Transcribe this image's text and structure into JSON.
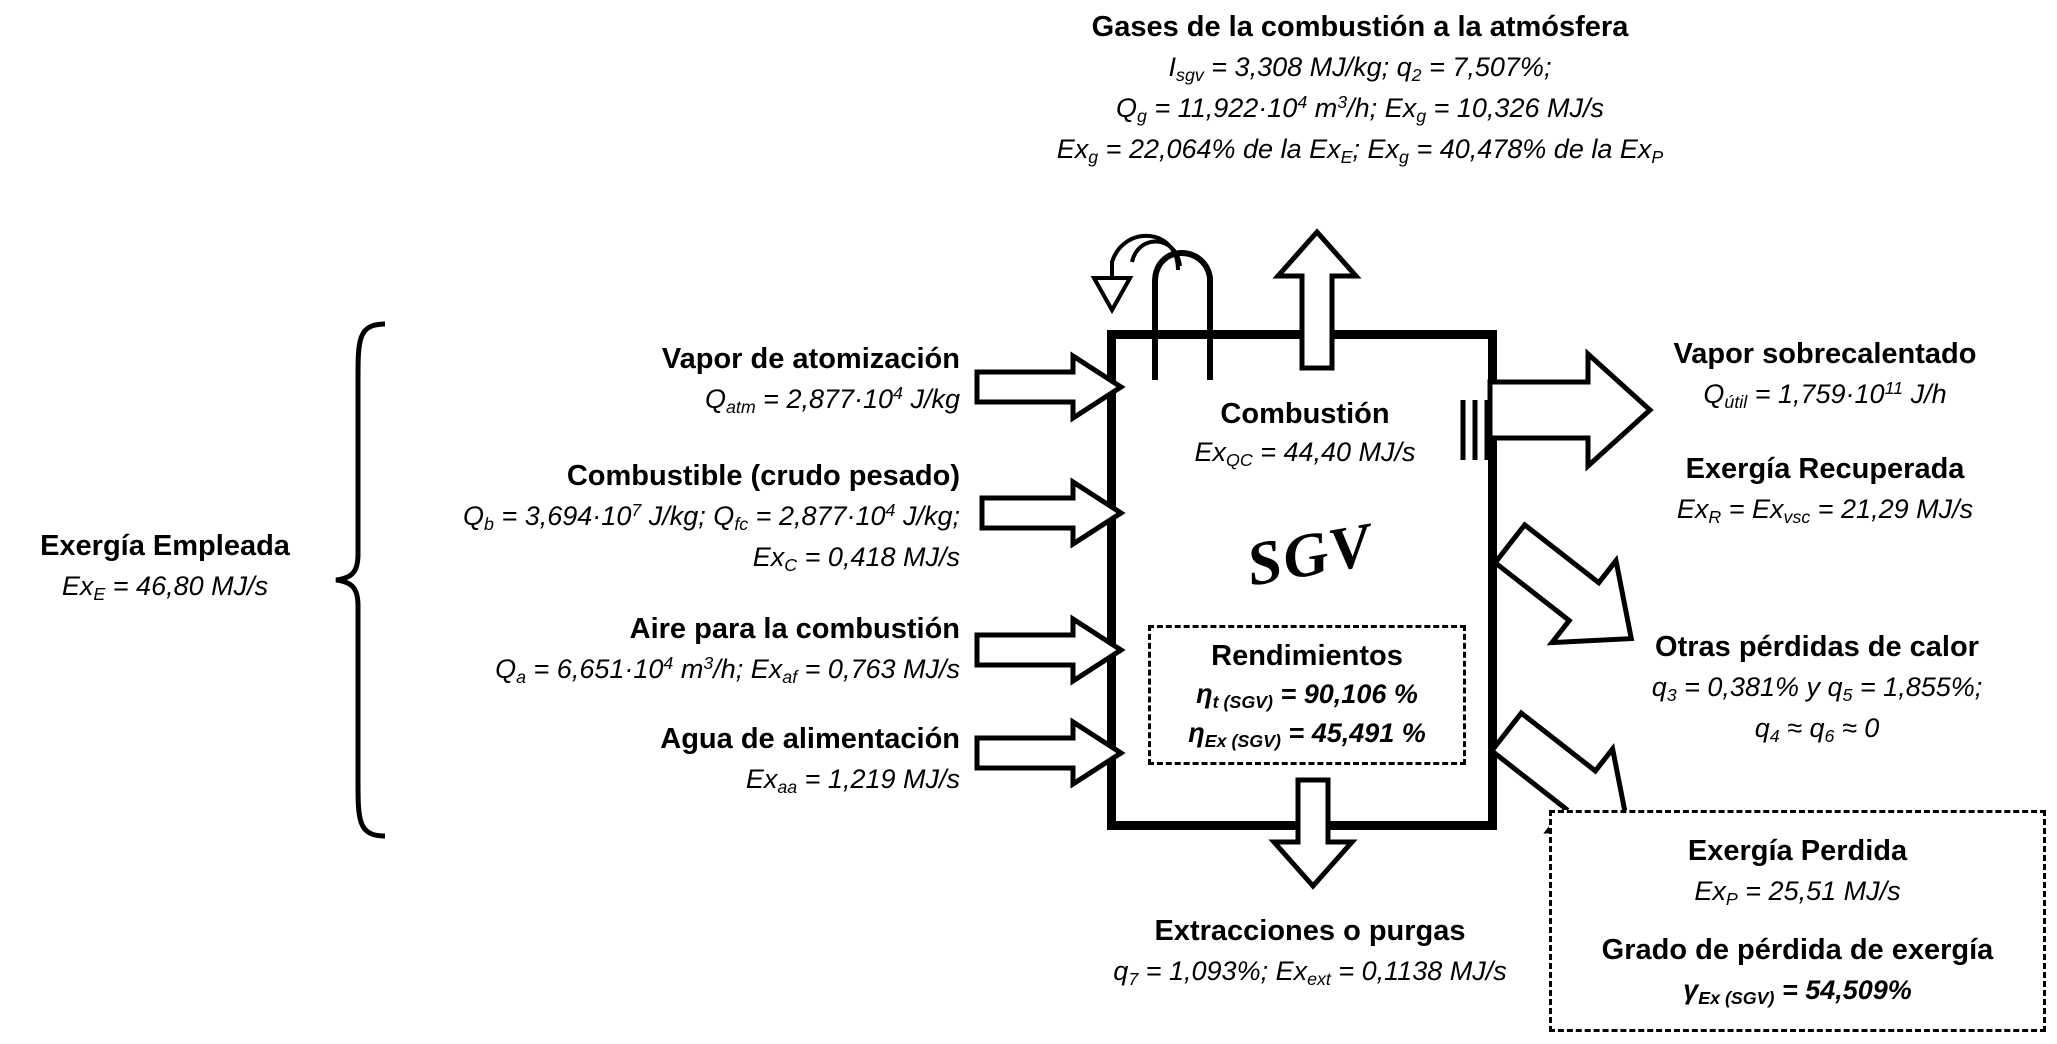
{
  "top": {
    "title": "Gases de la combustión a la atmósfera",
    "line1_a": "I",
    "line1_a_sub": "sgv",
    "line1_a_val": " = 3,308 MJ/kg; ",
    "line1_b": "q",
    "line1_b_sub": "2",
    "line1_b_val": " = 7,507%;",
    "line2_a": "Q",
    "line2_a_sub": "g",
    "line2_a_val": " = 11,922·10",
    "line2_a_sup": "4",
    "line2_a_val2": " m",
    "line2_a_sup2": "3",
    "line2_a_val3": "/h; ",
    "line2_b": "Ex",
    "line2_b_sub": "g",
    "line2_b_val": " = 10,326 MJ/s",
    "line3_a": "Ex",
    "line3_a_sub": "g",
    "line3_a_val": " = 22,064% de la Ex",
    "line3_a_sub2": "E",
    "line3_a_val2": "; ",
    "line3_b": "Ex",
    "line3_b_sub": "g",
    "line3_b_val": " = 40,478% de la Ex",
    "line3_b_sub2": "P"
  },
  "left_group": {
    "title": "Exergía Empleada",
    "value_sym": "Ex",
    "value_sub": "E",
    "value_txt": " = 46,80 MJ/s"
  },
  "inputs": [
    {
      "title": "Vapor de atomización",
      "l1_sym": "Q",
      "l1_sub": "atm",
      "l1_txt": " = 2,877·10",
      "l1_sup": "4",
      "l1_txt2": " J/kg"
    },
    {
      "title": "Combustible (crudo pesado)",
      "l1_sym": "Q",
      "l1_sub": "b",
      "l1_txt": " = 3,694·10",
      "l1_sup": "7",
      "l1_txt2": " J/kg; ",
      "l1b_sym": "Q",
      "l1b_sub": "fc",
      "l1b_txt": " = 2,877·10",
      "l1b_sup": "4",
      "l1b_txt2": " J/kg;",
      "l2_sym": "Ex",
      "l2_sub": "C",
      "l2_txt": " = 0,418 MJ/s"
    },
    {
      "title": "Aire para la combustión",
      "l1_sym": "Q",
      "l1_sub": "a",
      "l1_txt": " = 6,651·10",
      "l1_sup": "4",
      "l1_txt2": " m",
      "l1_sup2": "3",
      "l1_txt3": "/h; ",
      "l1b_sym": "Ex",
      "l1b_sub": "af",
      "l1b_txt": " = 0,763 MJ/s"
    },
    {
      "title": "Agua de alimentación",
      "l1_sym": "Ex",
      "l1_sub": "aa",
      "l1_txt": " = 1,219 MJ/s"
    }
  ],
  "boiler": {
    "combustion_title": "Combustión",
    "combustion_sym": "Ex",
    "combustion_sub": "QC",
    "combustion_txt": " = 44,40 MJ/s",
    "sgv_label": "SGV",
    "rend_title": "Rendimientos",
    "rend1_sym": "η",
    "rend1_sub": "t (SGV)",
    "rend1_txt": " = 90,106 %",
    "rend2_sym": "η",
    "rend2_sub": "Ex (SGV)",
    "rend2_txt": " = 45,491 %"
  },
  "right": {
    "steam_title": "Vapor sobrecalentado",
    "steam_sym": "Q",
    "steam_sub": "útil",
    "steam_txt": " = 1,759·10",
    "steam_sup": "11",
    "steam_txt2": " J/h",
    "rec_title": "Exergía Recuperada",
    "rec_sym": "Ex",
    "rec_sub": "R",
    "rec_txt": " = Ex",
    "rec_sub2": "vsc",
    "rec_txt2": " = 21,29 MJ/s",
    "loss_title": "Otras pérdidas de calor",
    "loss_l1_sym": "q",
    "loss_l1_sub": "3",
    "loss_l1_txt": " = 0,381% y ",
    "loss_l1b_sym": "q",
    "loss_l1b_sub": "5",
    "loss_l1b_txt": " = 1,855%;",
    "loss_l2_sym": "q",
    "loss_l2_sub": "4",
    "loss_l2_txt": " ≈ ",
    "loss_l2b_sym": "q",
    "loss_l2b_sub": "6",
    "loss_l2b_txt": " ≈ 0"
  },
  "bottom": {
    "title": "Extracciones o purgas",
    "l1_sym": "q",
    "l1_sub": "7",
    "l1_txt": " = 1,093%; ",
    "l1b_sym": "Ex",
    "l1b_sub": "ext",
    "l1b_txt": " = 0,1138 MJ/s"
  },
  "lost_box": {
    "title": "Exergía Perdida",
    "val_sym": "Ex",
    "val_sub": "P",
    "val_txt": " = 25,51 MJ/s",
    "title2": "Grado de pérdida de exergía",
    "val2_sym": "γ",
    "val2_sub": "Ex (SGV)",
    "val2_txt": " = 54,509%"
  },
  "colors": {
    "stroke": "#000000",
    "fill": "#ffffff"
  }
}
